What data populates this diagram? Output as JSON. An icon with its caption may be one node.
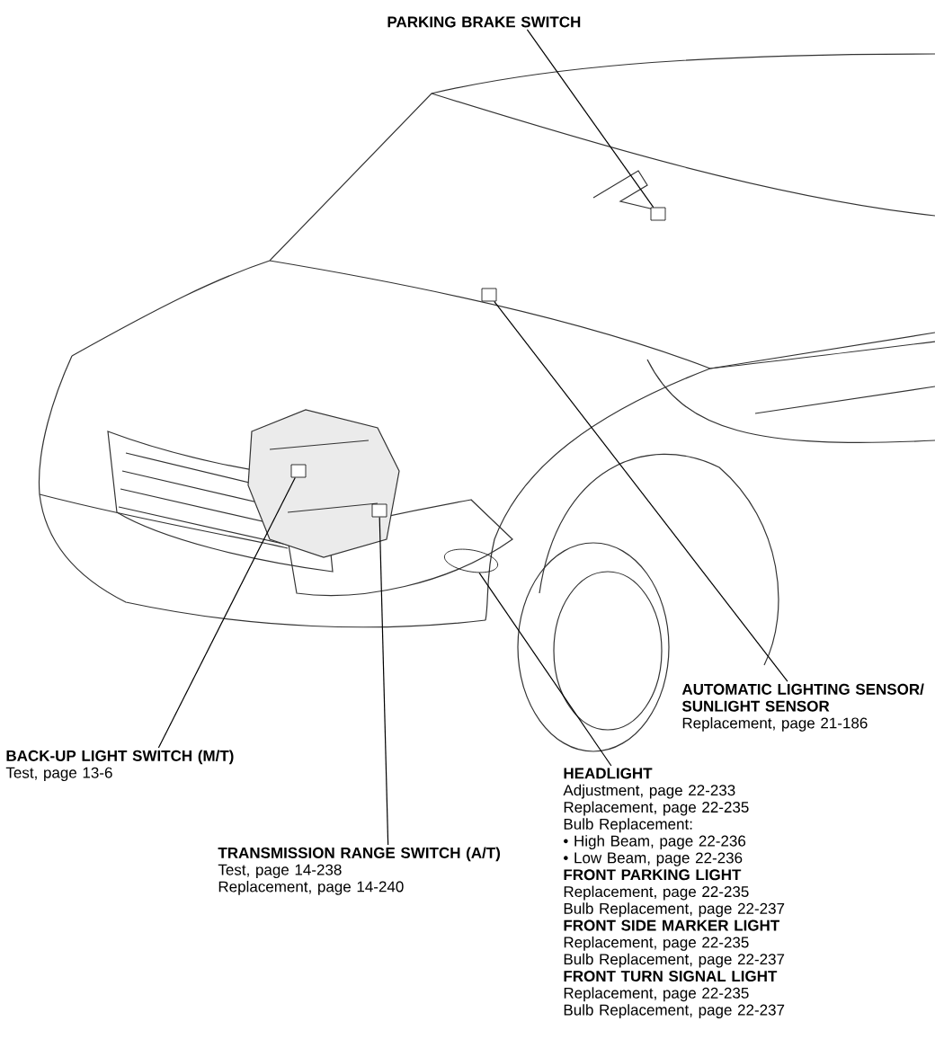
{
  "diagram": {
    "nodes": [
      {
        "text": [
          "PARKING BRAKE SWITCH"
        ]
      },
      {
        "text": [],
        "shape": "box"
      },
      {
        "text": [],
        "shape": "box"
      },
      {
        "text": [],
        "shape": "box"
      },
      {
        "text": [],
        "shape": "box"
      },
      {
        "text": [],
        "shape": "picture"
      },
      {
        "text": [
          "AUTOMATIC LIGHTING SENSOR/ SUNLIGHT SENSOR",
          "Replacement, page 21-186"
        ]
      },
      {
        "text": [
          "BACK-UP LIGHT SWITCH (M/T)",
          "Test, page 13-6"
        ]
      },
      {
        "text": [
          "TRANSMISSION RANGE SWITCH (A/T)",
          "Test, page 14-238",
          "Replacement, page 14-240"
        ]
      },
      {
        "text": [
          "HEADLIGHT",
          "Adjustment, page 22-233",
          "Replacement, page 22-235",
          "Bulb Replacement:",
          "• High Beam, page 22-236",
          "• Low Beam, page 22-236",
          "FRONT PARKING LIGHT",
          "Replacement, page 22-235",
          "Bulb Replacement, page 22-237",
          "FRONT SIDE MARKER LIGHT",
          "Replacement, page 22-235",
          "Bulb Replacement, page 22-237",
          "FRONT TURN SIGNAL LIGHT",
          "Replacement, page 22-235",
          "Bulb Replacement, page 22-237"
        ]
      }
    ],
    "edges": [
      {
        "from": 0,
        "to": 1,
        "arrow": "none"
      },
      {
        "from": 6,
        "to": 2,
        "arrow": "none"
      },
      {
        "from": 7,
        "to": 3,
        "arrow": "none"
      },
      {
        "from": 8,
        "to": 4,
        "arrow": "none"
      },
      {
        "from": 9,
        "to": 5,
        "arrow": "none"
      }
    ]
  }
}
